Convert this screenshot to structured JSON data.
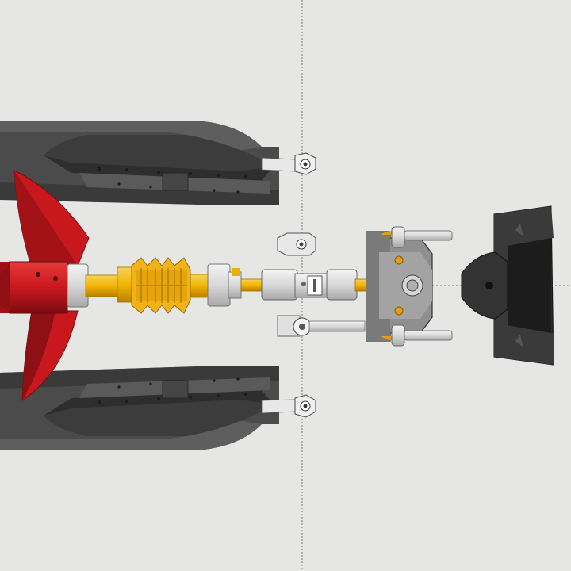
{
  "scene": {
    "background": "#e6e6e4",
    "guide_color": "#7a7a7a",
    "colors": {
      "housing": "#4a4a4a",
      "housing_dark": "#2c2c2c",
      "housing_light": "#6a6a6a",
      "propeller": "#c8181e",
      "propeller_dark": "#8e0f14",
      "shaft": "#f2b400",
      "shaft_dark": "#c98f00",
      "gear": "#f2b21a",
      "metal": "#d4d4d4",
      "metal_dark": "#9a9a9a",
      "bracket": "#8a8a8a",
      "mount": "#262626",
      "brass": "#e69a1c"
    },
    "components": [
      {
        "name": "upper-hull-pod",
        "icon": "hull-pod"
      },
      {
        "name": "lower-hull-pod",
        "icon": "hull-pod"
      },
      {
        "name": "propeller",
        "icon": "propeller"
      },
      {
        "name": "drive-shaft",
        "icon": "shaft"
      },
      {
        "name": "bevel-gear-pair",
        "icon": "gear"
      },
      {
        "name": "universal-joint",
        "icon": "coupling"
      },
      {
        "name": "motor-bracket",
        "icon": "bracket"
      },
      {
        "name": "end-mount",
        "icon": "mount"
      },
      {
        "name": "ball-link-rods",
        "icon": "linkage"
      }
    ]
  }
}
